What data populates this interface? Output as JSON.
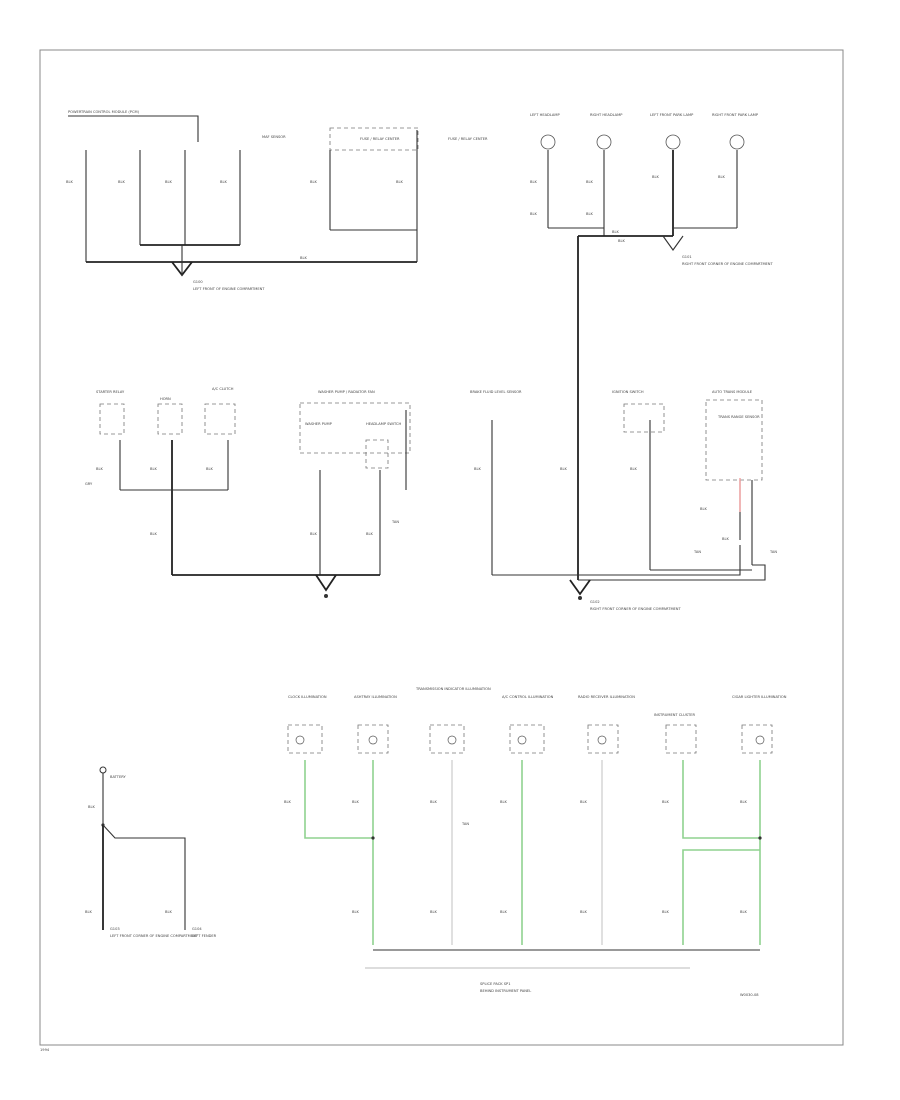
{
  "labels": {
    "t1": "POWERTRAIN CONTROL MODULE (PCM)",
    "t2": "MAF SENSOR",
    "t3": "FUSE / RELAY CENTER",
    "t4": "FUSE / RELAY CENTER",
    "lamp1": "LEFT HEADLAMP",
    "lamp2": "RIGHT HEADLAMP",
    "lamp3": "LEFT FRONT PARK LAMP",
    "lamp4": "RIGHT FRONT PARK LAMP",
    "g1": "G100",
    "g1d": "LEFT FRONT OF ENGINE COMPARTMENT",
    "g2": "G101",
    "g2d": "RIGHT FRONT CORNER OF ENGINE COMPARTMENT",
    "m1": "STARTER RELAY",
    "m2": "HORN",
    "m3": "A/C CLUTCH",
    "m4": "WASHER PUMP / RADIATOR FAN",
    "m4a": "WASHER PUMP",
    "m4b": "HEADLAMP SWITCH",
    "m5": "BRAKE FLUID LEVEL SENSOR",
    "m6": "IGNITION SWITCH",
    "m7": "AUTO TRANS MODULE",
    "m7a": "TRANS RANGE SENSOR",
    "g3": "G102",
    "g3d": "RIGHT FRONT CORNER OF ENGINE COMPARTMENT",
    "b1": "CLOCK ILLUMINATION",
    "b2": "ASHTRAY ILLUMINATION",
    "b3": "TRANSMISSION INDICATOR ILLUMINATION",
    "b4": "A/C CONTROL ILLUMINATION",
    "b5": "RADIO RECEIVER ILLUMINATION",
    "b6": "INSTRUMENT CLUSTER",
    "b7": "CIGAR LIGHTER ILLUMINATION",
    "bat": "BATTERY",
    "g4": "G103",
    "g4d": "LEFT FRONT CORNER OF ENGINE COMPARTMENT",
    "g5": "G104",
    "g5d": "LEFT FENDER",
    "sp": "SPLICE PACK SP1",
    "spd": "BEHIND INSTRUMENT PANEL",
    "code": "W0030-08",
    "page": "1994",
    "wire_blk": "BLK",
    "wire_gry": "GRY",
    "wire_tan": "TAN"
  }
}
